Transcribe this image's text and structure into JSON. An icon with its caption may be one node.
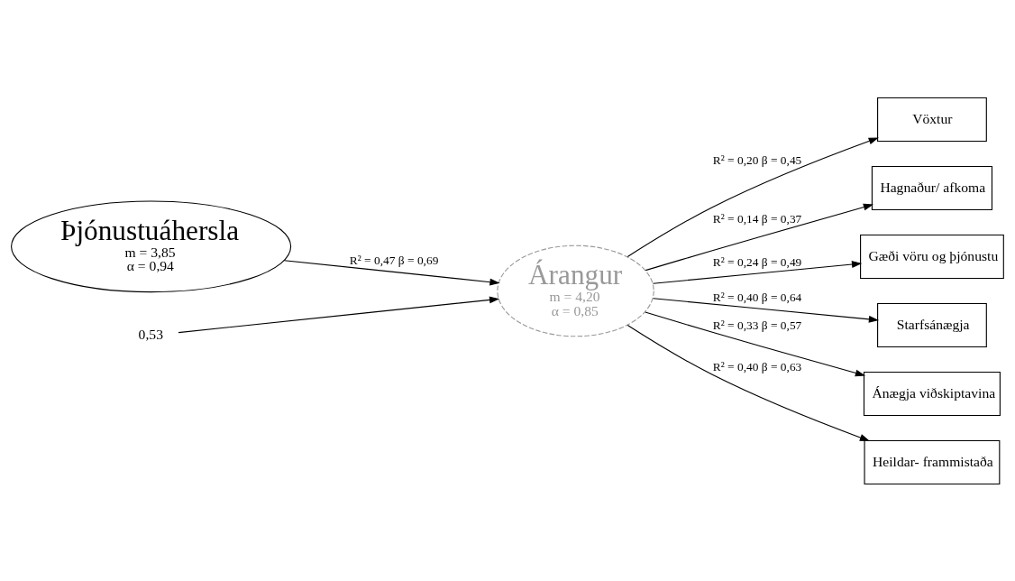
{
  "diagram": {
    "nodes": [
      {
        "text": [
          "Þjónustuáhersla",
          "m = 3,85",
          "α = 0,94"
        ]
      },
      {
        "text": [
          "Árangur",
          "m = 4,20",
          "α = 0,85"
        ]
      },
      {
        "text": [
          "0,53"
        ]
      },
      {
        "text": [
          "Vöxtur"
        ]
      },
      {
        "text": [
          "Hagnaður/ afkoma"
        ]
      },
      {
        "text": [
          "Gæði vöru og þjónustu"
        ]
      },
      {
        "text": [
          "Starfsánægja"
        ]
      },
      {
        "text": [
          "Ánægja viðskiptavina"
        ]
      },
      {
        "text": [
          "Heildar- frammistaða"
        ]
      }
    ],
    "edges": [
      {
        "from": 0,
        "to": 1,
        "arrow": "to",
        "label": "R² = 0,47 β = 0,69"
      },
      {
        "from": 2,
        "to": 1,
        "arrow": "to"
      },
      {
        "from": 1,
        "to": 3,
        "arrow": "to",
        "label": "R² = 0,20 β = 0,45"
      },
      {
        "from": 1,
        "to": 4,
        "arrow": "to",
        "label": "R² = 0,14 β = 0,37"
      },
      {
        "from": 1,
        "to": 5,
        "arrow": "to",
        "label": "R² = 0,24 β = 0,49"
      },
      {
        "from": 1,
        "to": 6,
        "arrow": "to",
        "label": "R² = 0,40 β = 0,64"
      },
      {
        "from": 1,
        "to": 7,
        "arrow": "to",
        "label": "R² = 0,33 β = 0,57"
      },
      {
        "from": 1,
        "to": 8,
        "arrow": "to",
        "label": "R² = 0,40 β = 0,63"
      }
    ]
  }
}
